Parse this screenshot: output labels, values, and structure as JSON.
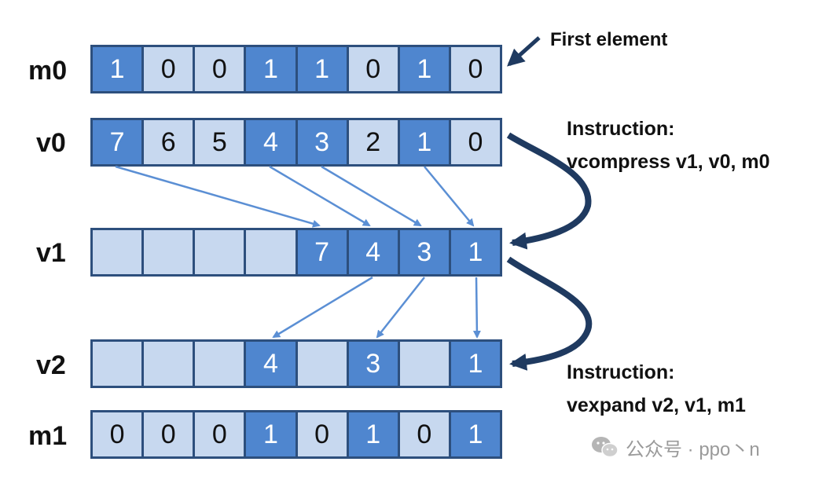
{
  "registers": [
    {
      "id": "m0",
      "label": "m0",
      "cells": [
        {
          "t": "1",
          "on": true
        },
        {
          "t": "0",
          "on": false
        },
        {
          "t": "0",
          "on": false
        },
        {
          "t": "1",
          "on": true
        },
        {
          "t": "1",
          "on": true
        },
        {
          "t": "0",
          "on": false
        },
        {
          "t": "1",
          "on": true
        },
        {
          "t": "0",
          "on": false
        }
      ]
    },
    {
      "id": "v0",
      "label": "v0",
      "cells": [
        {
          "t": "7",
          "on": true
        },
        {
          "t": "6",
          "on": false
        },
        {
          "t": "5",
          "on": false
        },
        {
          "t": "4",
          "on": true
        },
        {
          "t": "3",
          "on": true
        },
        {
          "t": "2",
          "on": false
        },
        {
          "t": "1",
          "on": true
        },
        {
          "t": "0",
          "on": false
        }
      ]
    },
    {
      "id": "v1",
      "label": "v1",
      "cells": [
        {
          "t": "",
          "on": false
        },
        {
          "t": "",
          "on": false
        },
        {
          "t": "",
          "on": false
        },
        {
          "t": "",
          "on": false
        },
        {
          "t": "7",
          "on": true
        },
        {
          "t": "4",
          "on": true
        },
        {
          "t": "3",
          "on": true
        },
        {
          "t": "1",
          "on": true
        }
      ]
    },
    {
      "id": "v2",
      "label": "v2",
      "cells": [
        {
          "t": "",
          "on": false
        },
        {
          "t": "",
          "on": false
        },
        {
          "t": "",
          "on": false
        },
        {
          "t": "4",
          "on": true
        },
        {
          "t": "",
          "on": false
        },
        {
          "t": "3",
          "on": true
        },
        {
          "t": "",
          "on": false
        },
        {
          "t": "1",
          "on": true
        }
      ]
    },
    {
      "id": "m1",
      "label": "m1",
      "cells": [
        {
          "t": "0",
          "on": false
        },
        {
          "t": "0",
          "on": false
        },
        {
          "t": "0",
          "on": false
        },
        {
          "t": "1",
          "on": true
        },
        {
          "t": "0",
          "on": false
        },
        {
          "t": "1",
          "on": true
        },
        {
          "t": "0",
          "on": false
        },
        {
          "t": "1",
          "on": true
        }
      ]
    }
  ],
  "annotations": {
    "first_element": "First element",
    "compress_title": "Instruction:",
    "compress_instr": "vcompress v1, v0, m0",
    "expand_title": "Instruction:",
    "expand_instr": "vexpand v2, v1, m1"
  },
  "watermark": {
    "text": "公众号 · ppo丶n",
    "icon": "wechat-icon"
  },
  "colors": {
    "active_cell": "#4f86cf",
    "inactive_cell": "#c7d8ef",
    "cell_border": "#2d4f7d",
    "thin_arrow": "#5b8fd4",
    "thick_arrow": "#1f3a60",
    "text": "#111111",
    "watermark": "#9a9a9a"
  }
}
